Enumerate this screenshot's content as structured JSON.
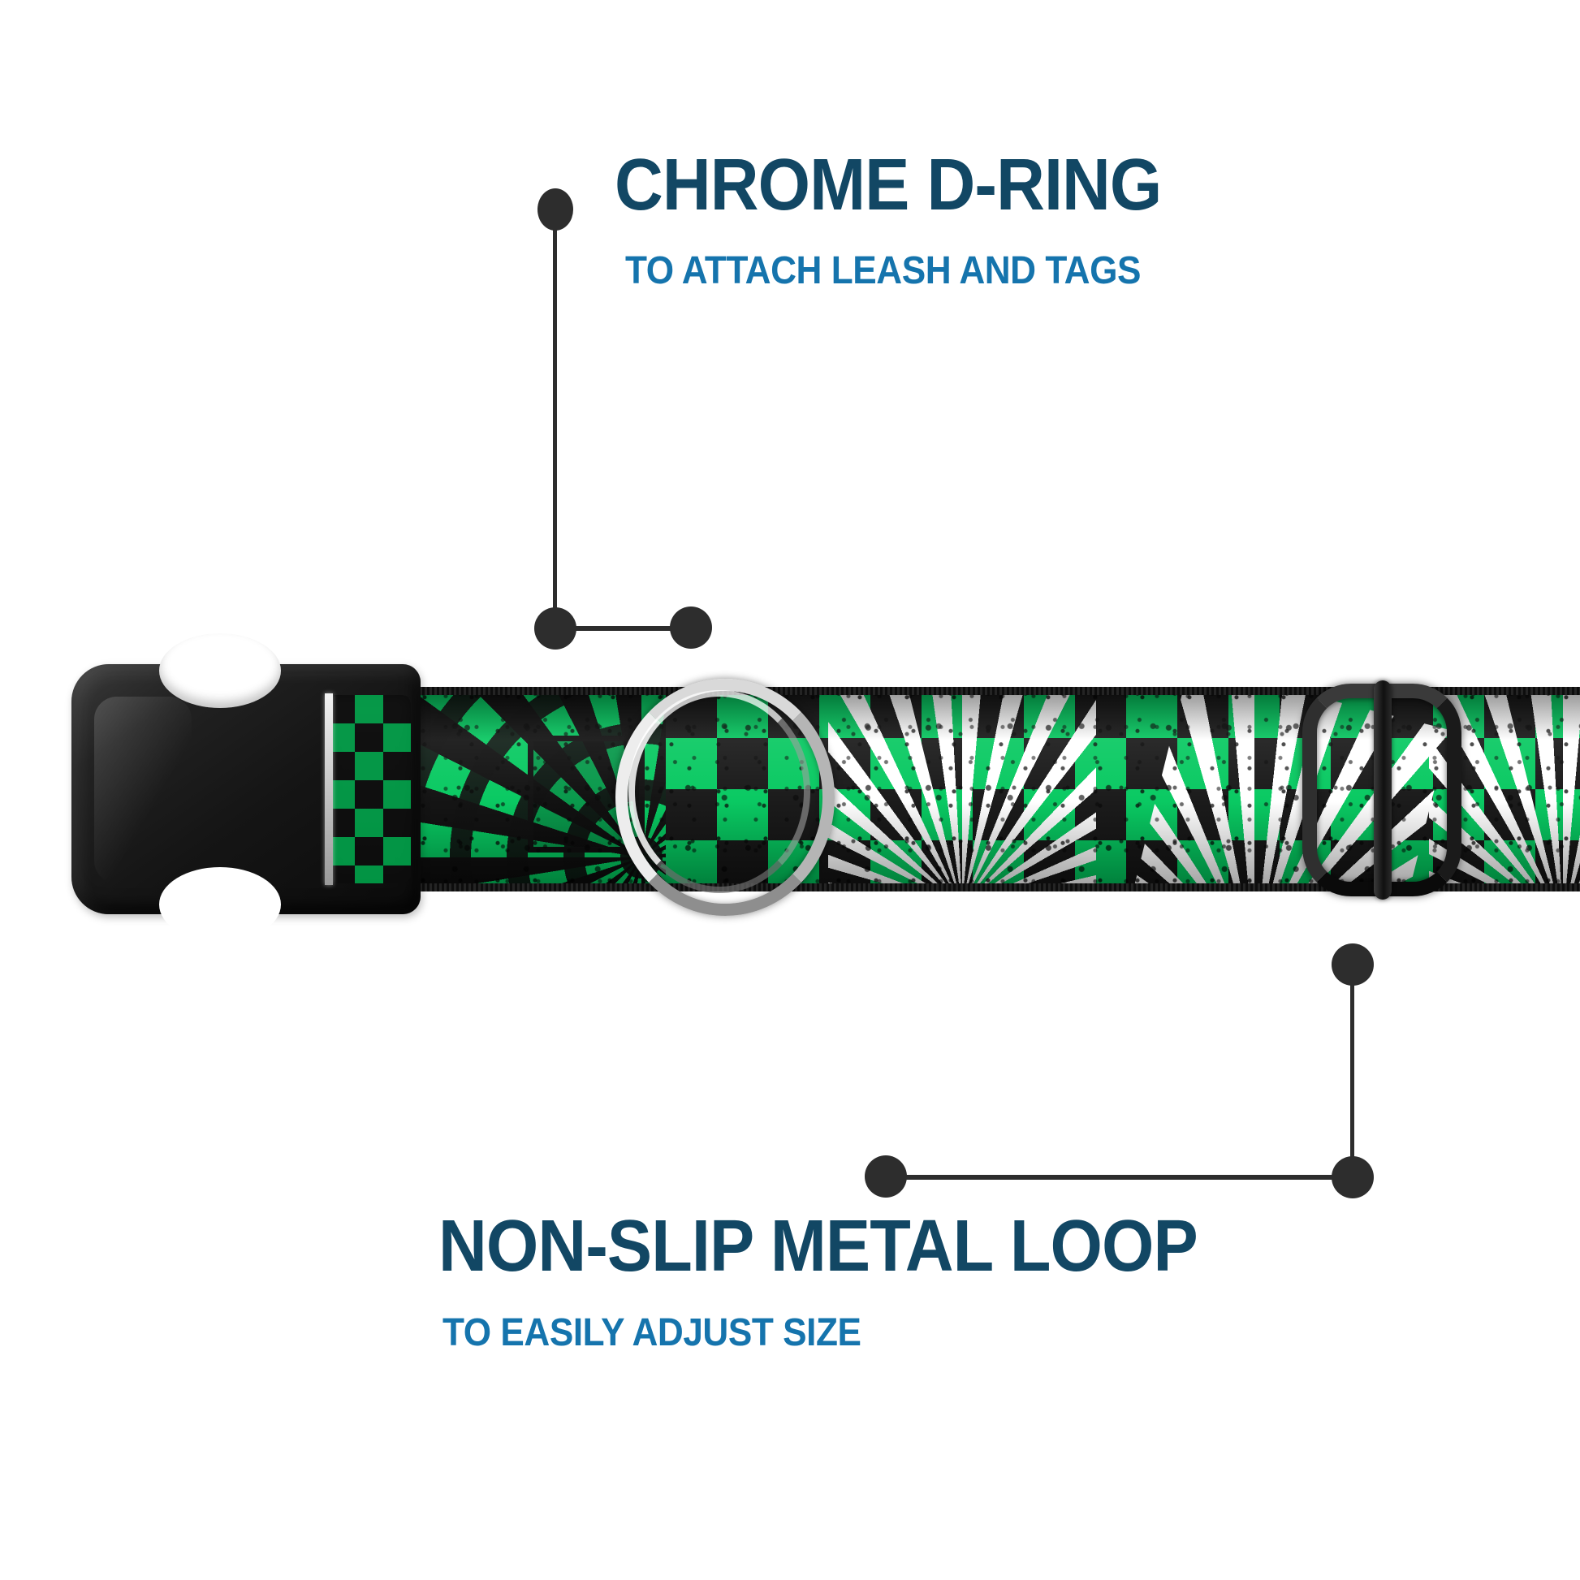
{
  "product": {
    "type": "dog-collar",
    "hardware_color": "#c8c8c8",
    "webbing_colors": {
      "green": "#00c75c",
      "black": "#111111",
      "white": "#ffffff"
    },
    "parts": {
      "buckle": "side-release-buckle",
      "d_ring": "chrome-d-ring",
      "tri_glide": "non-slip-metal-loop",
      "webbing_left_motif": "radial-dartboard",
      "webbing_right_motif": "checkerboard-sunburst"
    }
  },
  "callouts": [
    {
      "id": "chrome-d-ring",
      "title": "CHROME D-RING",
      "subtitle": "TO ATTACH LEASH AND TAGS",
      "title_color": "#124764",
      "subtitle_color": "#1574ad"
    },
    {
      "id": "non-slip-metal-loop",
      "title": "NON-SLIP METAL LOOP",
      "subtitle": "TO EASILY ADJUST SIZE",
      "title_color": "#124764",
      "subtitle_color": "#1574ad"
    }
  ],
  "leaders": {
    "line_color": "#2d2d2d"
  }
}
